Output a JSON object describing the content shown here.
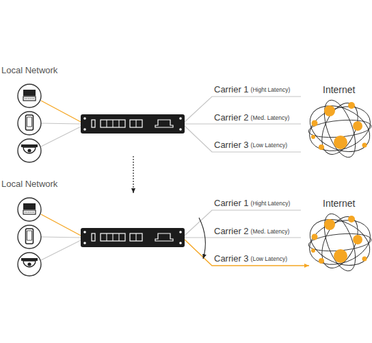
{
  "diagram": {
    "labels": [
      "Local Network",
      "Carrier 1",
      "(Hight Latency)",
      "Internet",
      "Carrier 2",
      "(Med. Latency)",
      "Carrier 3",
      "(Low Latency)",
      "Local Network",
      "Carrier 1",
      "(Hight Latency)",
      "Internet",
      "Carrier 2",
      "(Med. Latency)",
      "Carrier 3",
      "(Low Latency)"
    ]
  }
}
